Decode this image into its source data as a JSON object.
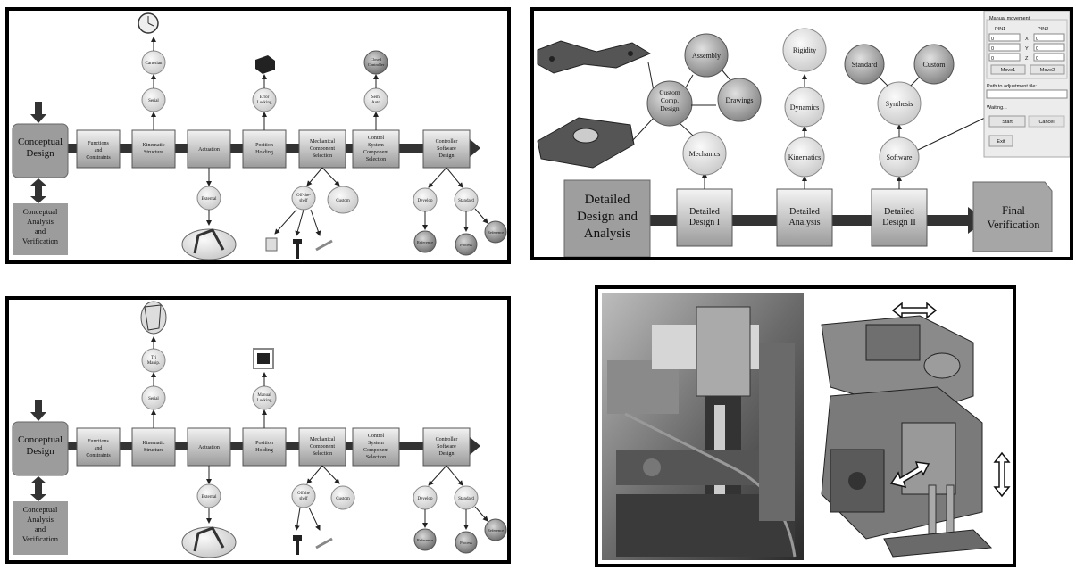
{
  "p1": {
    "big": "Conceptual Design",
    "analysis": "Conceptual Analysis and Verification",
    "steps": [
      "Functions and Constraints",
      "Kinematic Structure",
      "Actuation",
      "Position Holding",
      "Mechanical Component Selection",
      "Control System Component Selection",
      "Controller Software Design"
    ],
    "serial": "Serial",
    "top1": "Cartesian",
    "pos_branch": "Error Locking",
    "ctrl_branch": "Semi Auto",
    "ctrl_top": "Closed Controller",
    "external": "External",
    "offshelf": "Off-the-shelf",
    "custom": "Custom",
    "develop": "Develop",
    "standard": "Standard",
    "leaf1": "Reference",
    "leaf2": "Process",
    "leaf3": "Reference"
  },
  "p2": {
    "big": "Detailed Design and Analysis",
    "d1": "Detailed Design I",
    "da": "Detailed Analysis",
    "d2": "Detailed Design II",
    "fv": "Final Verification",
    "mechanics": "Mechanics",
    "ccd": "Custom Comp. Design",
    "assembly": "Assembly",
    "drawings": "Drawings",
    "kinematics": "Kinematics",
    "dynamics": "Dynamics",
    "rigidity": "Rigidity",
    "software": "Software",
    "synthesis": "Synthesis",
    "stdn": "Standard",
    "cust": "Custom",
    "ui": {
      "title": "Manual movement",
      "pin1": "PIN1",
      "pin2": "PIN2",
      "x": "X",
      "y": "Y",
      "z": "Z",
      "v1x": "0",
      "v1y": "0",
      "v1z": "0",
      "v2x": "0",
      "v2y": "0",
      "v2z": "0",
      "move1": "Move1",
      "move2": "Move2",
      "path": "Path to adjustment file:",
      "waiting": "Waiting...",
      "start": "Start",
      "cancel": "Cancel",
      "exit": "Exit"
    }
  },
  "p3": {
    "big": "Conceptual Design",
    "analysis": "Conceptual Analysis and Verification",
    "steps": [
      "Functions and Constraints",
      "Kinematic Structure",
      "Actuation",
      "Position Holding",
      "Mechanical Component Selection",
      "Control System Component Selection",
      "Controller Software Design"
    ],
    "serial": "Serial",
    "top1": "Tri Manip.",
    "pos_branch": "Manual Locking",
    "external": "External",
    "offshelf": "Off the shelf",
    "custom": "Custom",
    "develop": "Develop",
    "standard": "Standard",
    "leaf1": "Reference",
    "leaf2": "Process",
    "leaf3": "Reference"
  }
}
